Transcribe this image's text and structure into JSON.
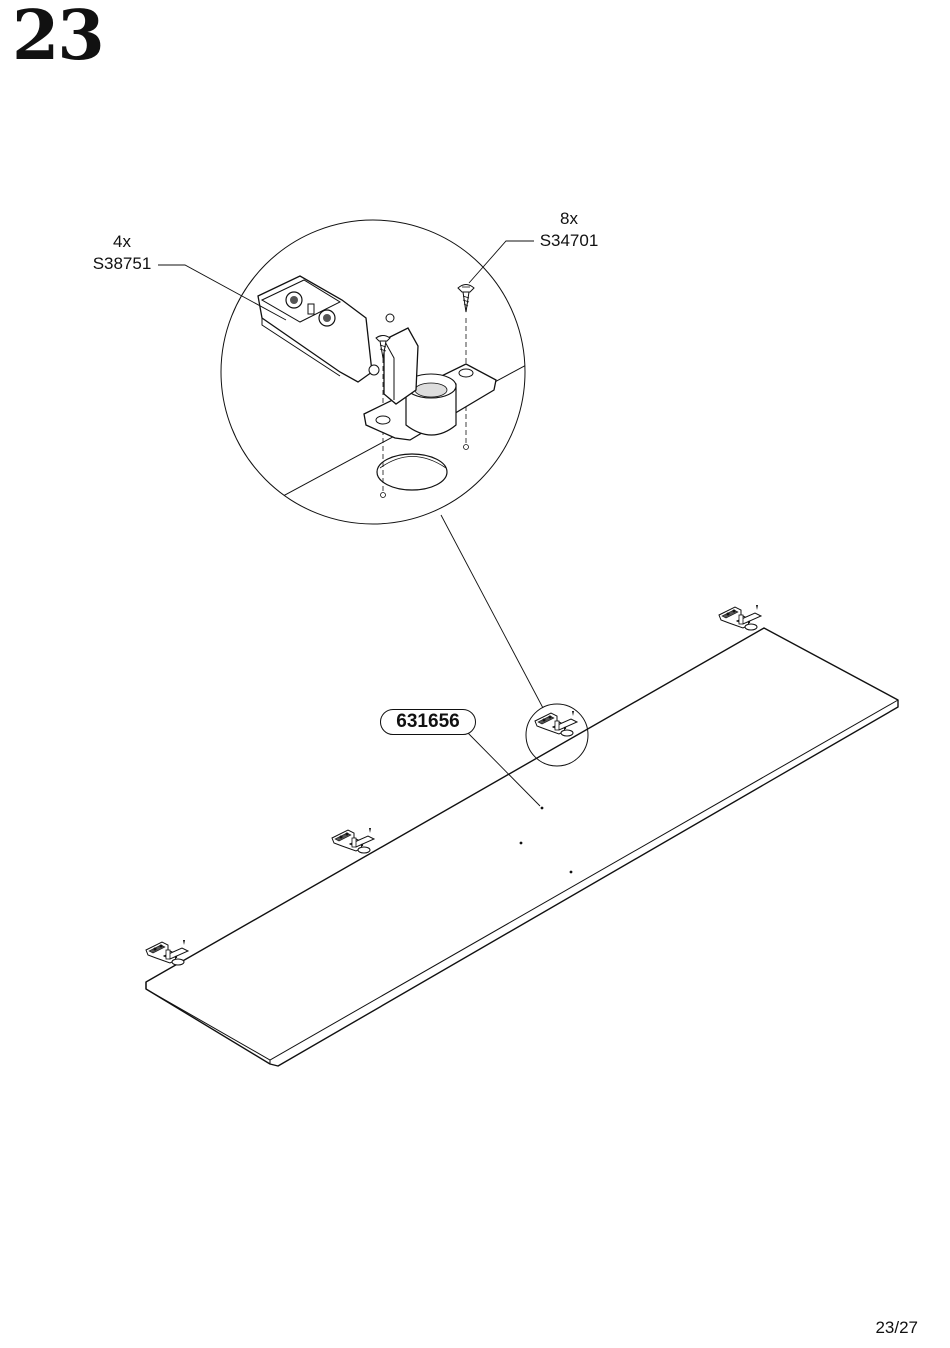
{
  "step": {
    "number": "23"
  },
  "callouts": {
    "hinge": {
      "quantity": "4x",
      "code": "S38751"
    },
    "screw": {
      "quantity": "8x",
      "code": "S34701"
    }
  },
  "part": {
    "code": "631656"
  },
  "footer": {
    "page": "23/27"
  }
}
